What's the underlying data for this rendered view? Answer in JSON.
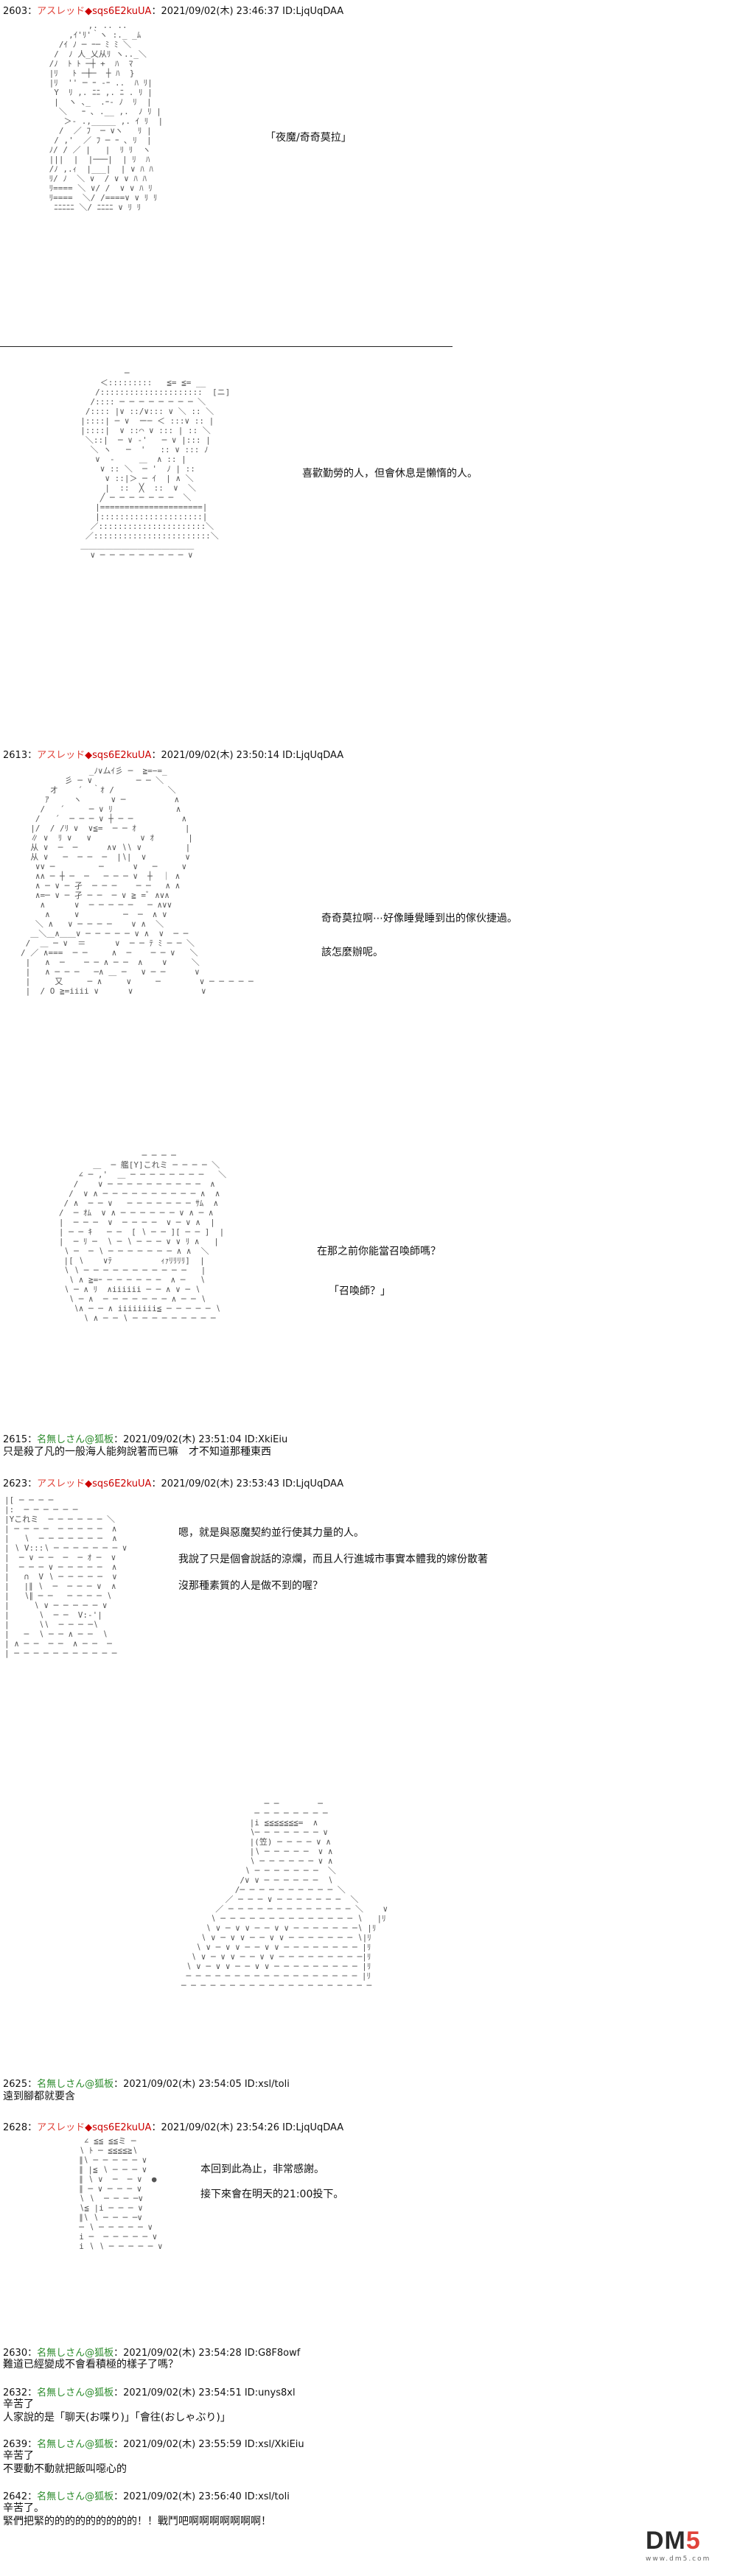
{
  "posts": [
    {
      "num": "2603",
      "sep": "：",
      "name": "アスレッド",
      "trip": "◆sqs6E2kuUA",
      "meta": "：2021/09/02(木) 23:46:37 ID:LjqUqDAA"
    },
    {
      "num": "2613",
      "sep": "：",
      "name": "アスレッド",
      "trip": "◆sqs6E2kuUA",
      "meta": "：2021/09/02(木) 23:50:14 ID:LjqUqDAA"
    },
    {
      "num": "2615",
      "sep": "：",
      "name": "名無しさん@狐板",
      "trip": "",
      "meta": "：2021/09/02(木) 23:51:04 ID:XkiEiu",
      "text": "只是殺了凡的一般海人能夠說著而已嘛　才不知道那種東西"
    },
    {
      "num": "2623",
      "sep": "：",
      "name": "アスレッド",
      "trip": "◆sqs6E2kuUA",
      "meta": "：2021/09/02(木) 23:53:43 ID:LjqUqDAA"
    },
    {
      "num": "2625",
      "sep": "：",
      "name": "名無しさん@狐板",
      "trip": "",
      "meta": "：2021/09/02(木) 23:54:05 ID:xsl/toli",
      "text": "遠到腳都就要含"
    },
    {
      "num": "2628",
      "sep": "：",
      "name": "アスレッド",
      "trip": "◆sqs6E2kuUA",
      "meta": "：2021/09/02(木) 23:54:26 ID:LjqUqDAA"
    },
    {
      "num": "2630",
      "sep": "：",
      "name": "名無しさん@狐板",
      "trip": "",
      "meta": "：2021/09/02(木) 23:54:28 ID:G8F8owf",
      "text": "難道已經變成不會看積極的樣子了嗎？"
    },
    {
      "num": "2632",
      "sep": "：",
      "name": "名無しさん@狐板",
      "trip": "",
      "meta": "：2021/09/02(木) 23:54:51 ID:unys8xl",
      "text1": "辛苦了",
      "text2": "人家說的是「聊天(お喋り)」「會往(おしゃぶり)」"
    },
    {
      "num": "2639",
      "sep": "：",
      "name": "名無しさん@狐板",
      "trip": "",
      "meta": "：2021/09/02(木) 23:55:59 ID:xsl/XkiEiu",
      "text1": "辛苦了",
      "text2": "不要動不動就把飯叫噁心的"
    },
    {
      "num": "2642",
      "sep": "：",
      "name": "名無しさん@狐板",
      "trip": "",
      "meta": "：2021/09/02(木) 23:56:40 ID:xsl/toli",
      "text1": "辛苦了。",
      "text2": "緊們把緊的的的的的的的的的！！戰鬥吧啊啊啊啊啊啊啊！"
    }
  ],
  "speech": {
    "s1": "「夜魔/奇奇莫拉」",
    "s2": "喜歡勤勞的人，但會休息是懶惰的人。",
    "s3a": "奇奇莫拉啊⋯好像睡覺睡到出的傢伙捷過。",
    "s3b": "該怎麼辦呢。",
    "s4a": "在那之前你能當召喚師嗎？",
    "s4b": "「召喚師？」",
    "s5a": "嗯，就是與惡魔契約並行使其力量的人。",
    "s5b": "我說了只是個會說話的涼爛，而且人行進城市事實本體我的嫁份散著",
    "s5c": "沒那種素質的人是做不到的喔？",
    "s6a": "本回到此為止，非常感謝。",
    "s6b": "接下來會在明天的21:00投下。"
  },
  "logo": {
    "text1": "DM",
    "text2": "5",
    "sub": "www.dm5.com"
  }
}
